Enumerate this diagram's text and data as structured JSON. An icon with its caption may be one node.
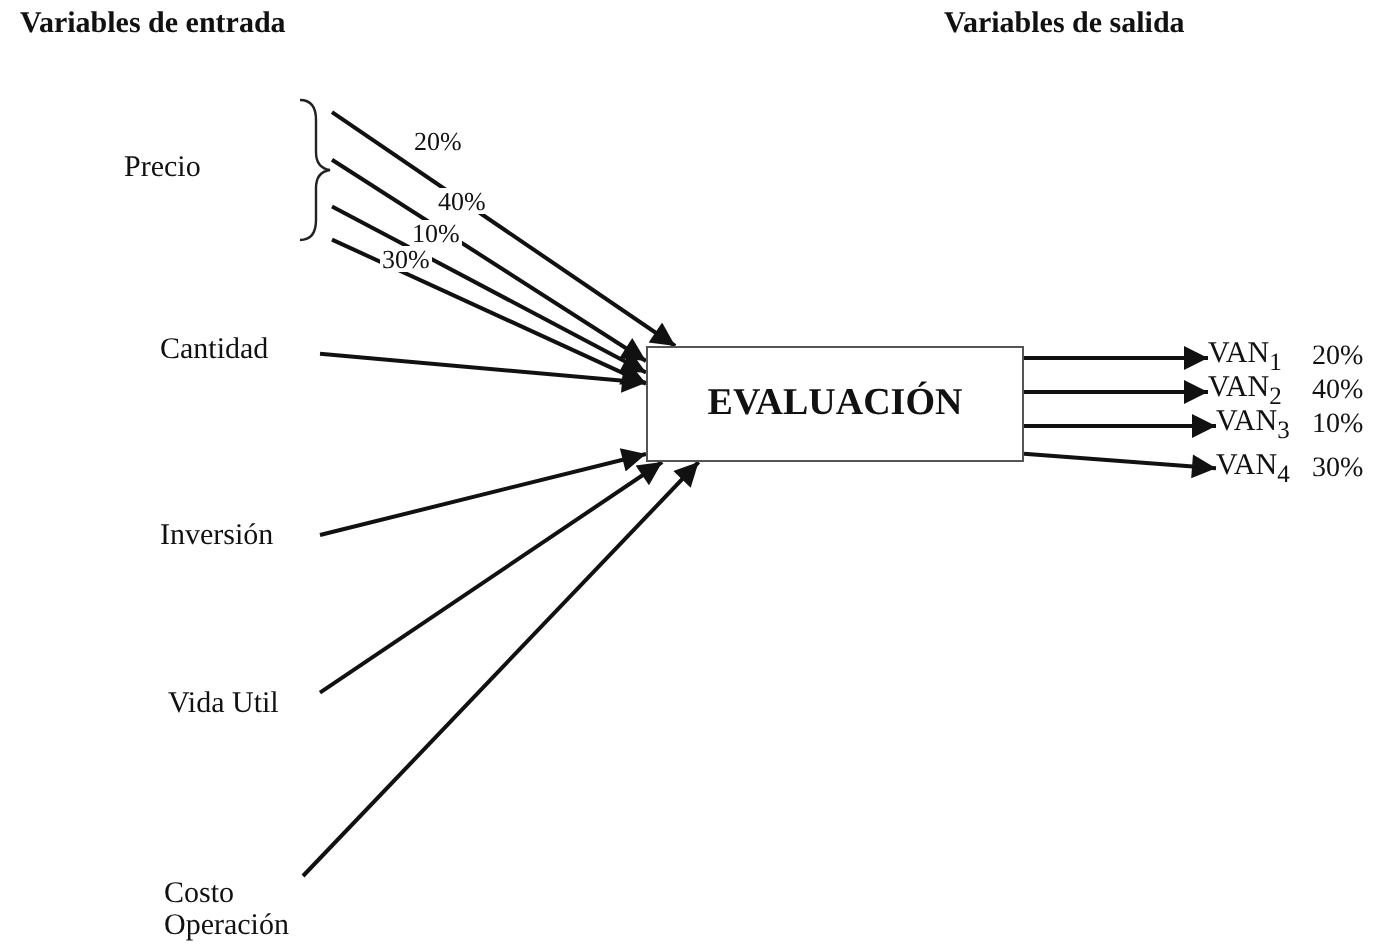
{
  "diagram": {
    "nodes": [
      {
        "text": [
          "Precio"
        ]
      },
      {
        "text": [
          "Cantidad"
        ]
      },
      {
        "text": [
          "Inversión"
        ]
      },
      {
        "text": [
          "Vida Util"
        ]
      },
      {
        "text": [
          "Costo Operación"
        ]
      },
      {
        "text": [
          "EVALUACIÓN"
        ]
      },
      {
        "text": [
          "VAN$_{1}$"
        ],
        "beside": [
          "20%"
        ]
      },
      {
        "text": [
          "VAN$_{2}$"
        ],
        "beside": [
          "40%"
        ]
      },
      {
        "text": [
          "VAN$_{3}$"
        ],
        "beside": [
          "10%"
        ]
      },
      {
        "text": [
          "VAN$_{4}$"
        ],
        "beside": [
          "30%"
        ]
      }
    ],
    "edges": [
      {
        "from": 0,
        "to": 5,
        "arrow": "to",
        "label": "20%"
      },
      {
        "from": 0,
        "to": 5,
        "arrow": "to",
        "label": "40%"
      },
      {
        "from": 0,
        "to": 5,
        "arrow": "to",
        "label": "10%"
      },
      {
        "from": 0,
        "to": 5,
        "arrow": "to",
        "label": "30%"
      },
      {
        "from": 1,
        "to": 5,
        "arrow": "to"
      },
      {
        "from": 2,
        "to": 5,
        "arrow": "to"
      },
      {
        "from": 3,
        "to": 5,
        "arrow": "to"
      },
      {
        "from": 4,
        "to": 5,
        "arrow": "to"
      },
      {
        "from": 5,
        "to": 6,
        "arrow": "to"
      },
      {
        "from": 5,
        "to": 7,
        "arrow": "to"
      },
      {
        "from": 5,
        "to": 8,
        "arrow": "to"
      },
      {
        "from": 5,
        "to": 9,
        "arrow": "to"
      }
    ],
    "labels": [
      "Variables de entrada",
      "Variables de salida"
    ]
  }
}
